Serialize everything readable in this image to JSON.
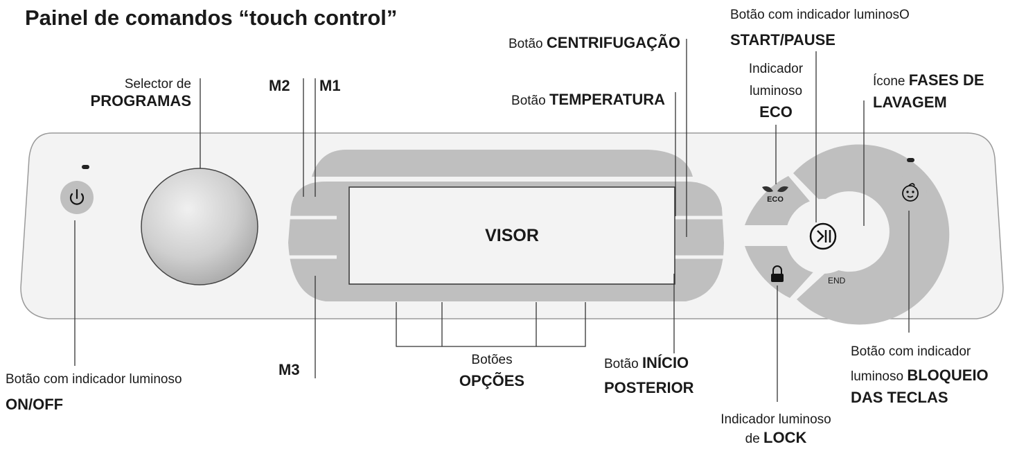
{
  "title": "Painel de comandos “touch control”",
  "labels": {
    "selector": {
      "line1": "Selector de",
      "line2": "PROGRAMAS"
    },
    "m2": "M2",
    "m1": "M1",
    "m3": "M3",
    "centrifugacao": {
      "prefix": "Botão",
      "bold": "CENTRIFUGAÇÃO"
    },
    "temperatura": {
      "prefix": "Botão",
      "bold": "TEMPERATURA"
    },
    "start_pause": {
      "line1": "Botão com indicador luminosO",
      "line2": "START/PAUSE"
    },
    "eco": {
      "line1": "Indicador",
      "line2": "luminoso",
      "line3": "ECO"
    },
    "fases": {
      "prefix": "Ícone",
      "bold1": "FASES DE",
      "bold2": "LAVAGEM"
    },
    "on_off": {
      "line1": "Botão com indicador luminoso",
      "line2": "ON/OFF"
    },
    "opcoes": {
      "line1": "Botões",
      "line2": "OPÇÕES"
    },
    "inicio": {
      "prefix": "Botão",
      "bold1": "INÍCIO",
      "bold2": "POSTERIOR"
    },
    "lock": {
      "line1": "Indicador luminoso",
      "prefix": "de",
      "bold": "LOCK"
    },
    "bloqueio": {
      "line1": "Botão com indicador",
      "prefix": "luminoso",
      "bold1": "BLOQUEIO",
      "bold2": "DAS TECLAS"
    }
  },
  "panel": {
    "display_text": "VISOR",
    "eco_text": "ECO",
    "end_text": "END"
  },
  "icons": {
    "power": "power-icon",
    "play_pause": "play-pause-icon",
    "lock": "lock-icon",
    "eco_leaf": "leaf-icon",
    "child_lock": "baby-face-icon"
  },
  "colors": {
    "panel_fill": "#f3f3f3",
    "panel_stroke": "#9a9a9a",
    "gray_shape": "#bfbfbf",
    "dark_gray": "#555555",
    "line": "#333333"
  }
}
